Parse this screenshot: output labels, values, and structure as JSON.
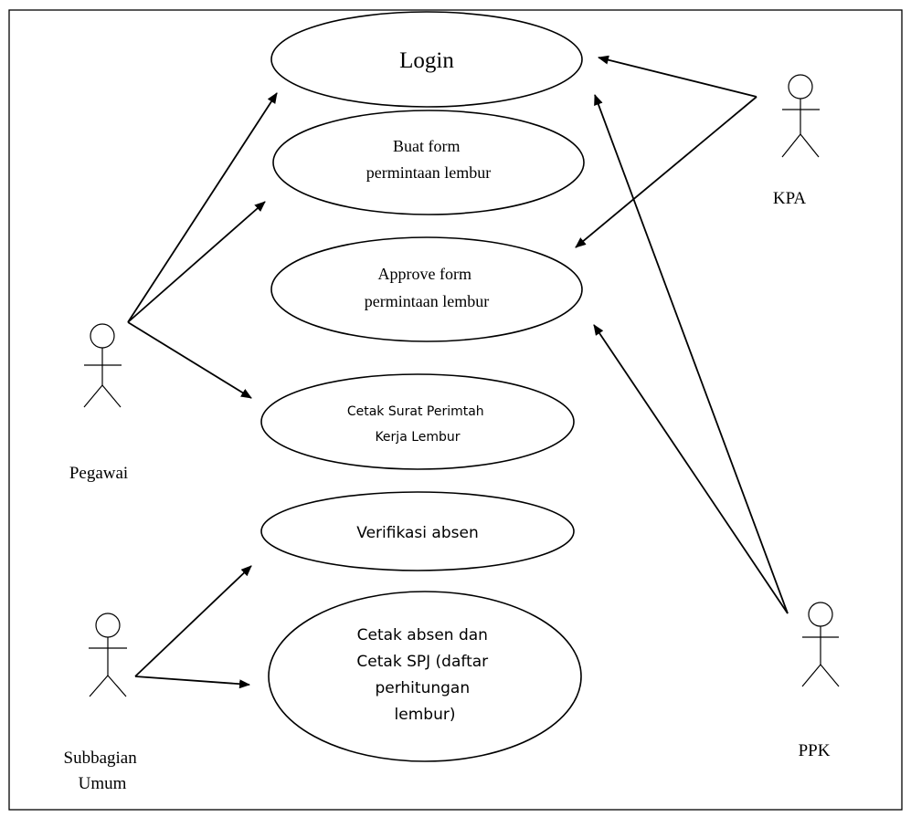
{
  "use_cases": [
    {
      "id": "login",
      "lines": [
        "Login"
      ]
    },
    {
      "id": "buat",
      "lines": [
        "Buat form",
        "permintaan lembur"
      ]
    },
    {
      "id": "approve",
      "lines": [
        "Approve form",
        "permintaan lembur"
      ]
    },
    {
      "id": "cetak-surat",
      "lines": [
        "Cetak Surat Perimtah",
        "Kerja Lembur"
      ]
    },
    {
      "id": "verifikasi",
      "lines": [
        "Verifikasi absen"
      ]
    },
    {
      "id": "cetak-absen",
      "lines": [
        "Cetak absen dan",
        "Cetak SPJ  (daftar",
        "perhitungan",
        "lembur)"
      ]
    }
  ],
  "actors": [
    {
      "id": "pegawai",
      "lines": [
        "Pegawai"
      ]
    },
    {
      "id": "kpa",
      "lines": [
        "KPA"
      ]
    },
    {
      "id": "ppk",
      "lines": [
        "PPK"
      ]
    },
    {
      "id": "subbagian",
      "lines": [
        "Subbagian",
        "Umum"
      ]
    }
  ],
  "associations": [
    {
      "from": "pegawai",
      "to": "login"
    },
    {
      "from": "pegawai",
      "to": "buat"
    },
    {
      "from": "pegawai",
      "to": "cetak-surat"
    },
    {
      "from": "kpa",
      "to": "login"
    },
    {
      "from": "kpa",
      "to": "approve"
    },
    {
      "from": "ppk",
      "to": "login"
    },
    {
      "from": "ppk",
      "to": "approve"
    },
    {
      "from": "subbagian",
      "to": "verifikasi"
    },
    {
      "from": "subbagian",
      "to": "cetak-absen"
    }
  ]
}
